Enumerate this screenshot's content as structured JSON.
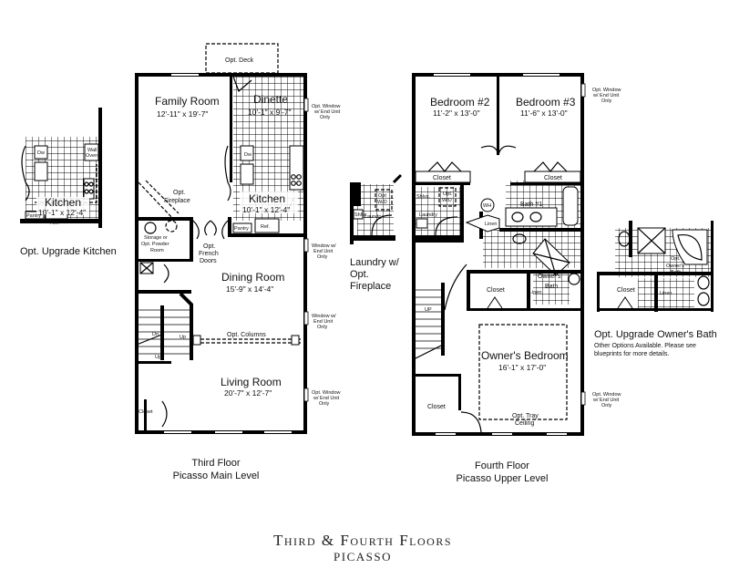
{
  "upgrade_kitchen": {
    "caption": "Opt. Upgrade Kitchen",
    "kitchen": "Kitchen",
    "kitchen_dim": "10'-1\" x 12'-4\"",
    "dw": "Dw",
    "wall_oven_1": "Wall",
    "wall_oven_2": "Oven",
    "ref": "Ref.",
    "pantry": "Pantry"
  },
  "third_floor": {
    "caption_1": "Third Floor",
    "caption_2": "Picasso Main Level",
    "deck": "Opt. Deck",
    "family_room": "Family Room",
    "family_room_dim": "12'-11\" x 19'-7\"",
    "dinette": "Dinette",
    "dinette_dim": "10'-1\" x 9'-7\"",
    "fireplace_1": "Opt.",
    "fireplace_2": "Fireplace",
    "kitchen": "Kitchen",
    "kitchen_dim": "10'-1\" x 12'-4\"",
    "dw": "Dw",
    "ref": "Ref.",
    "pantry": "Pantry",
    "storage_1": "Storage or",
    "storage_2": "Opt. Powder",
    "storage_3": "Room",
    "french_1": "Opt.",
    "french_2": "French",
    "french_3": "Doors",
    "dining_room": "Dining Room",
    "dining_room_dim": "15'-9\" x 14'-4\"",
    "columns": "Opt. Columns",
    "stairs_dn": "Dn",
    "stairs_up_1": "Up",
    "stairs_up_2": "Up",
    "living_room": "Living Room",
    "living_room_dim": "20'-7\" x 12'-7\"",
    "closet": "Closet",
    "notes": [
      [
        "Opt. Window",
        "w/ End Unit",
        "Only"
      ],
      [
        "Window w/",
        "End Unit",
        "Only"
      ],
      [
        "Window w/",
        "End Unit",
        "Only"
      ],
      [
        "Opt. Window",
        "w/ End Unit",
        "Only"
      ]
    ]
  },
  "laundry_option": {
    "caption_1": "Laundry w/",
    "caption_2": "Opt.",
    "caption_3": "Fireplace",
    "laundry": "Laundry",
    "shlvs": "Shlvs",
    "wd_1": "Opt",
    "wd_2": "W/D"
  },
  "fourth_floor": {
    "caption_1": "Fourth Floor",
    "caption_2": "Picasso Upper Level",
    "bedroom2": "Bedroom #2",
    "bedroom2_dim": "11'-2\" x 13'-0\"",
    "bedroom3": "Bedroom #3",
    "bedroom3_dim": "11'-6\" x 13'-0\"",
    "closet": "Closet",
    "shlvs": "Shlvs.",
    "wd_1": "Opt.",
    "wd_2": "W/D",
    "laundry": "Laundry",
    "wh": "WH",
    "bath1": "Bath #1",
    "linen": "Linen",
    "owners_bath_1": "Owner's",
    "owners_bath_2": "Bath",
    "up": "UP",
    "owners_bedroom": "Owner's Bedroom",
    "owners_bedroom_dim": "16'-1\" x 17'-0\"",
    "tray_1": "Opt. Tray",
    "tray_2": "Ceiling",
    "notes": [
      [
        "Opt. Window",
        "w/ End Unit",
        "Only"
      ],
      [
        "Opt. Window",
        "w/ End Unit",
        "Only"
      ]
    ]
  },
  "upgrade_bath": {
    "caption": "Opt. Upgrade Owner's Bath",
    "note_1": "Other Options Available.  Please see",
    "note_2": "blueprints for more details.",
    "label_1": "Opt.",
    "label_2": "Owner's",
    "label_3": "Bath",
    "closet": "Closet",
    "linen": "Linen"
  },
  "footer": {
    "title": "Third & Fourth Floors",
    "subtitle": "Picasso"
  }
}
